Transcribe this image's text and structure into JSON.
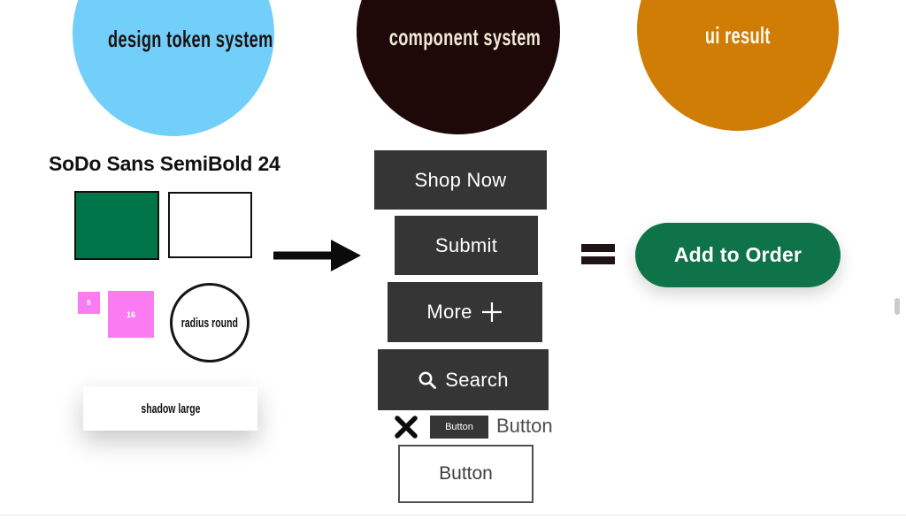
{
  "canvas": {
    "background": "#ffffff",
    "bottom_line_color": "#ebebeb",
    "scrollbar_color": "#cbcbcb"
  },
  "header_circles": [
    {
      "label": "design token system",
      "fill": "#71CFF9",
      "text_color": "#1c1012"
    },
    {
      "label": "component system",
      "fill": "#1E0908",
      "text_color": "#efe8d6"
    },
    {
      "label": "ui result",
      "fill": "#CF7D04",
      "text_color": "#fdfaf1"
    }
  ],
  "token_column": {
    "font_token_label": "SoDo Sans SemiBold 24",
    "color_swatches": [
      {
        "name": "green",
        "fill": "#00754A"
      },
      {
        "name": "white",
        "fill": "#FFFFFF"
      }
    ],
    "spacing_fill": "#FA7BF2",
    "spacing_tokens": [
      {
        "value": "8"
      },
      {
        "value": "16"
      }
    ],
    "radius_token_label": "radius round",
    "shadow_token_label": "shadow large"
  },
  "component_column": {
    "button_fill": "#353535",
    "button_text_color": "#FFFFFF",
    "buttons": [
      {
        "label": "Shop Now"
      },
      {
        "label": "Submit"
      },
      {
        "label": "More",
        "icon": "plus-icon"
      },
      {
        "label": "Search",
        "icon": "search-icon"
      }
    ],
    "anatomy": {
      "close_icon": "close-x",
      "chip_label": "Button",
      "caption": "Button"
    },
    "base_button_label": "Button"
  },
  "connectors": {
    "arrow": "right",
    "equals_glyph": "="
  },
  "result_column": {
    "cta_label": "Add to Order",
    "cta_fill": "#0F7349",
    "cta_text_color": "#FFFFFF"
  }
}
